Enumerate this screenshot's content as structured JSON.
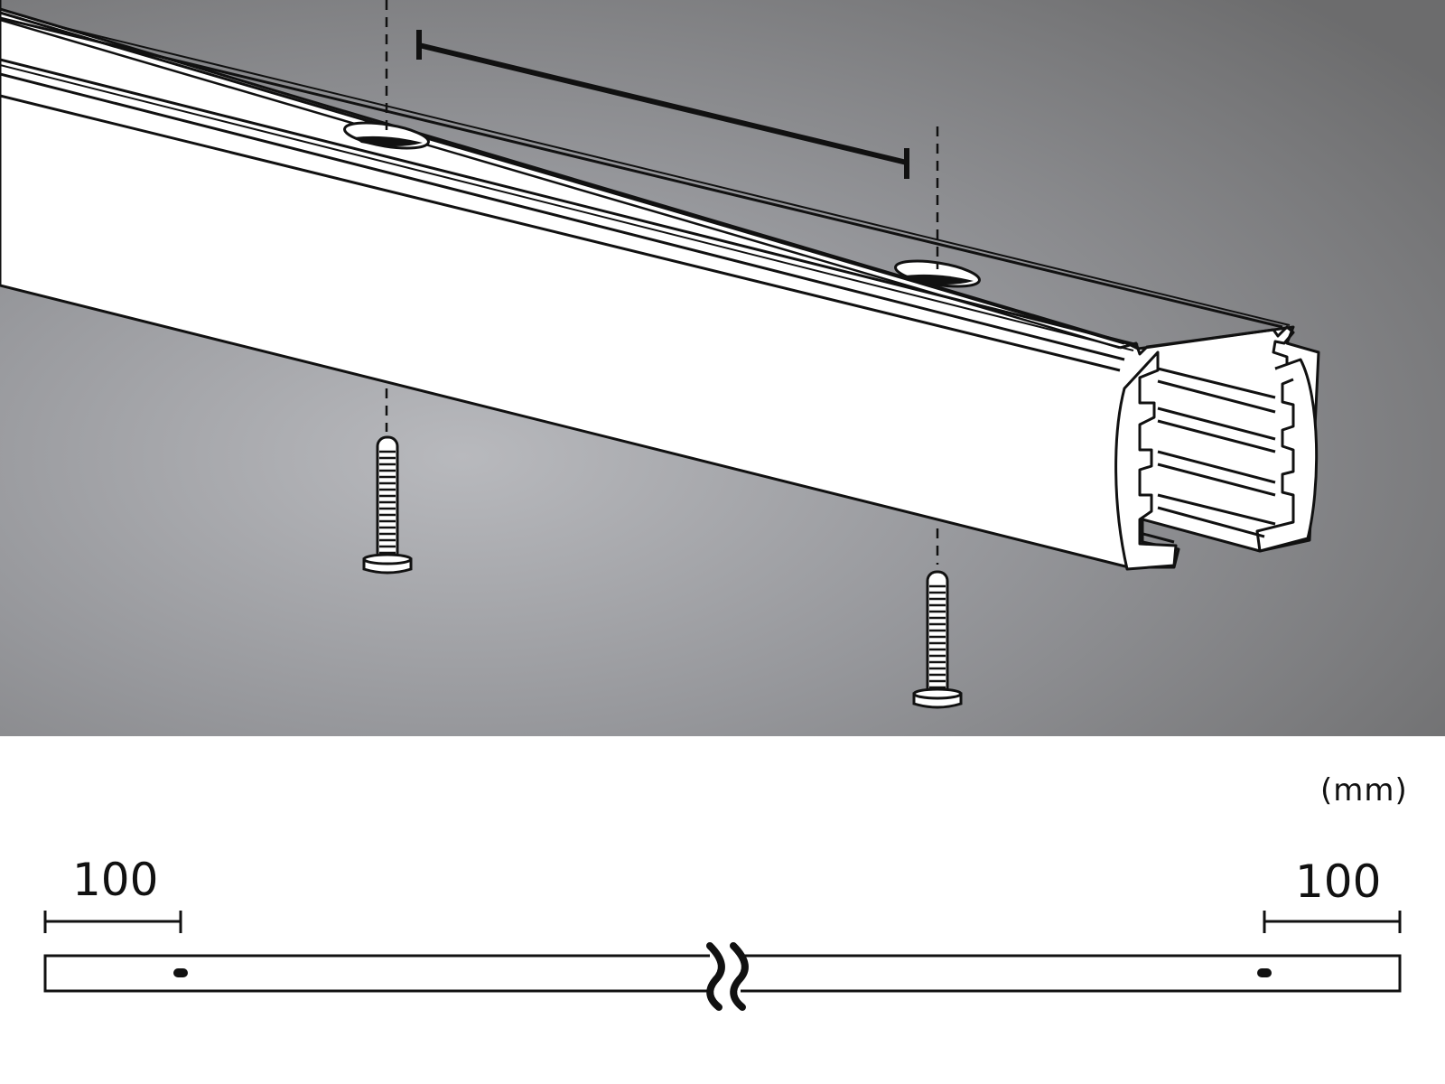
{
  "figure": {
    "description": "Installation diagram of a 3-phase lighting track rail mounted to ceiling with screws",
    "background_gradient": {
      "light": "#b3b4b8",
      "dark": "#6e6e6f"
    },
    "line_color": "#111111",
    "rail_fill": "#ffffff"
  },
  "illustration": {
    "rail": {
      "name": "track-rail-profile",
      "mounting_holes": 2
    },
    "screws": [
      {
        "name": "screw-left"
      },
      {
        "name": "screw-right"
      }
    ],
    "spacing_marker": "hole-spacing-indicator"
  },
  "dimensions": {
    "unit": "(mm)",
    "left_offset": "100",
    "right_offset": "100",
    "break_symbol": "≈"
  }
}
